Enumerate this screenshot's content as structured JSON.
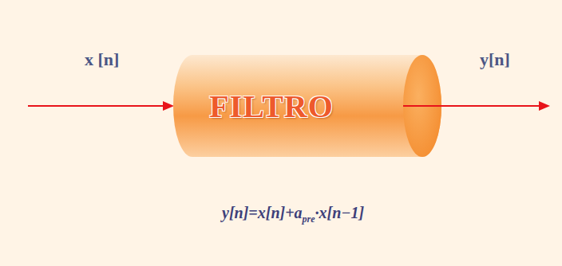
{
  "diagram": {
    "nodes": [
      {
        "text": [
          "FILTRO"
        ]
      }
    ],
    "labels": [
      "x [n]",
      "y[n]",
      "y[n]=x[n]+a",
      "pre",
      "·x[n−1]"
    ]
  }
}
